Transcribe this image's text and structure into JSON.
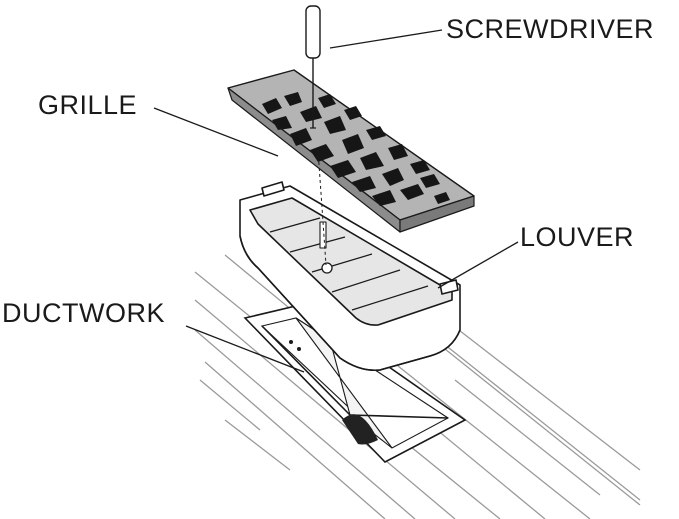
{
  "labels": {
    "screwdriver": "SCREWDRIVER",
    "grille": "GRILLE",
    "louver": "LOUVER",
    "ductwork": "DUCTWORK"
  },
  "colors": {
    "ink": "#1a1a1a",
    "grille_face": "#b4b4b4",
    "grille_edge": "#8c8c8c",
    "cutout": "#161616",
    "louver_fill": "#ffffff",
    "louver_shadow": "#e6e6e6",
    "floor_line": "#9a9a9a",
    "duct_shade": "#222222"
  }
}
